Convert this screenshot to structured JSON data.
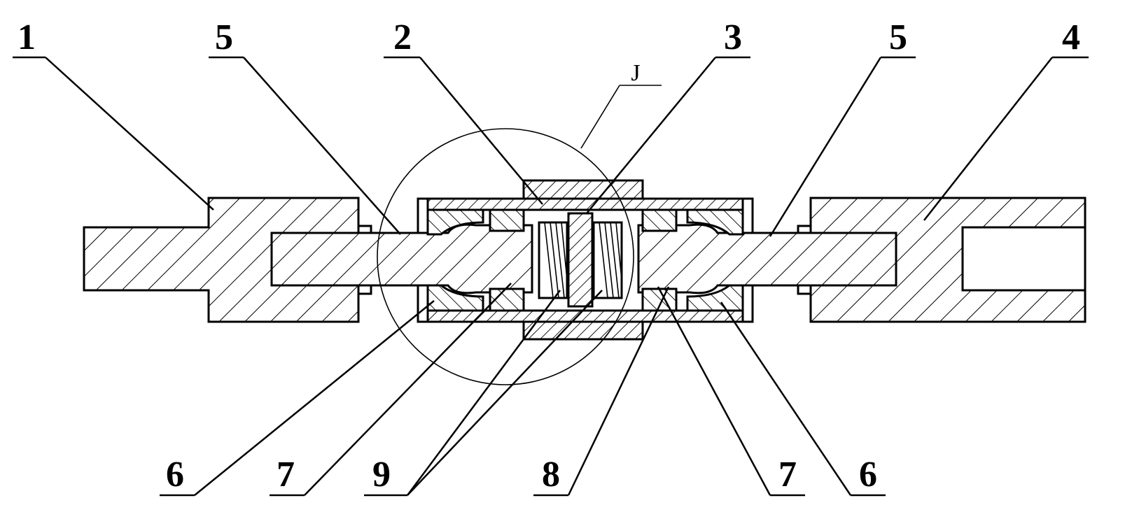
{
  "figure": {
    "detail_label": "J",
    "callouts": {
      "top": [
        "1",
        "5",
        "2",
        "3",
        "5",
        "4"
      ],
      "bottom": [
        "6",
        "7",
        "9",
        "8",
        "7",
        "6"
      ]
    }
  }
}
